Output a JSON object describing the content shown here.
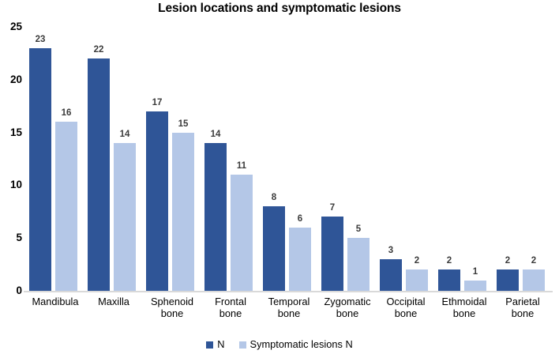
{
  "chart_data": {
    "type": "bar",
    "title": "Lesion locations and symptomatic lesions",
    "xlabel": "",
    "ylabel": "",
    "ylim": [
      0,
      25
    ],
    "yticks": [
      0,
      5,
      10,
      15,
      20,
      25
    ],
    "grid": false,
    "legend_position": "bottom-center",
    "categories": [
      "Mandibula",
      "Maxilla",
      "Sphenoid bone",
      "Frontal bone",
      "Temporal bone",
      "Zygomatic bone",
      "Occipital bone",
      "Ethmoidal bone",
      "Parietal bone"
    ],
    "category_lines": [
      [
        "Mandibula"
      ],
      [
        "Maxilla"
      ],
      [
        "Sphenoid",
        "bone"
      ],
      [
        "Frontal",
        "bone"
      ],
      [
        "Temporal",
        "bone"
      ],
      [
        "Zygomatic",
        "bone"
      ],
      [
        "Occipital",
        "bone"
      ],
      [
        "Ethmoidal",
        "bone"
      ],
      [
        "Parietal",
        "bone"
      ]
    ],
    "series": [
      {
        "name": "N",
        "color": "#2F5597",
        "values": [
          23,
          22,
          17,
          14,
          8,
          7,
          3,
          2,
          2
        ]
      },
      {
        "name": "Symptomatic lesions N",
        "color": "#B4C7E7",
        "values": [
          16,
          14,
          15,
          11,
          6,
          5,
          2,
          1,
          2
        ]
      }
    ]
  }
}
